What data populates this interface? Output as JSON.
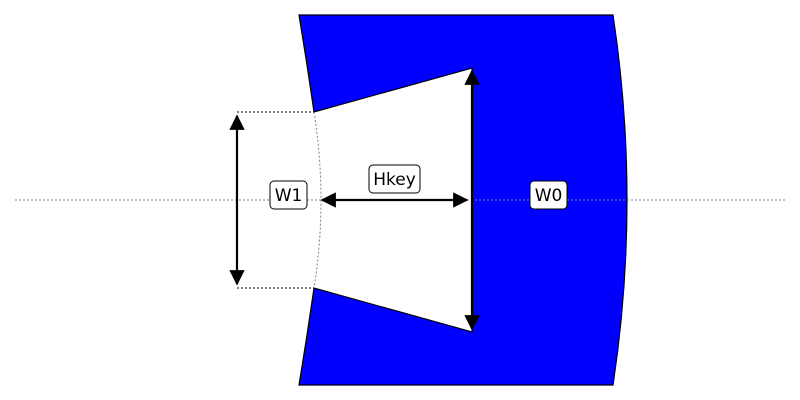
{
  "colors": {
    "ring_fill": "#0000ff",
    "outline": "#000000",
    "background": "#ffffff",
    "centerline": "#808080"
  },
  "labels": {
    "w1": "W1",
    "hkey": "Hkey",
    "w0": "W0"
  }
}
